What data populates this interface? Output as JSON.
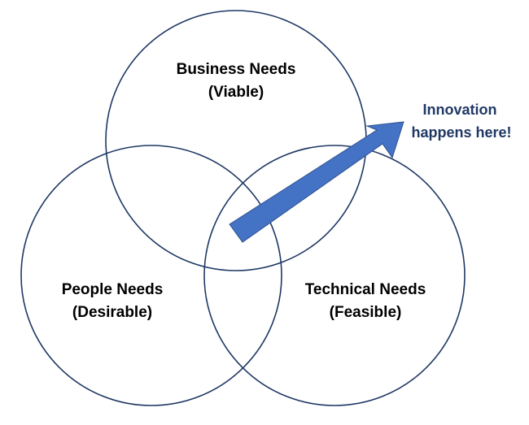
{
  "colors": {
    "circle_stroke": "#1f3864",
    "label_text": "#000000",
    "callout_text": "#1f3864",
    "arrow_fill": "#4472c4",
    "arrow_stroke": "#2f528f",
    "background": "#ffffff"
  },
  "circles": [
    {
      "id": "business",
      "title": "Business Needs",
      "subtitle": "(Viable)"
    },
    {
      "id": "people",
      "title": "People Needs",
      "subtitle": "(Desirable)"
    },
    {
      "id": "technical",
      "title": "Technical Needs",
      "subtitle": "(Feasible)"
    }
  ],
  "callout": {
    "line1": "Innovation",
    "line2": "happens here!"
  },
  "arrow": {
    "icon": "arrow-up-right-icon"
  }
}
